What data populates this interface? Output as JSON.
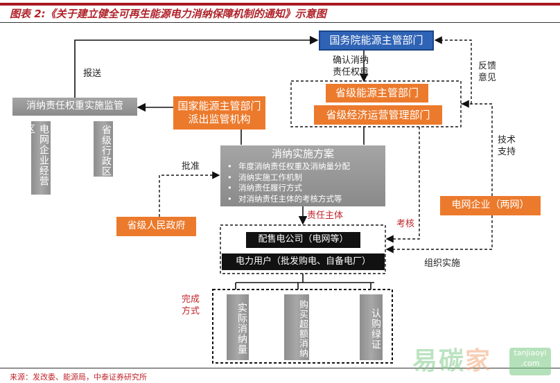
{
  "header": {
    "title": "图表 2:《关于建立健全可再生能源电力消纳保障机制的通知》示意图"
  },
  "nodes": {
    "state_council": "国务院能源主管部门",
    "confirm": "确认消纳\n责任权重",
    "provincial_energy": "省级能源主管部门",
    "provincial_economic": "省级经济运营管理部门",
    "feedback": "反馈\n意见",
    "tech_support": "技术\n支持",
    "supervision": "消纳责任权重实施监管",
    "grid_area": "电网企业经营区",
    "province_area": "省级行政区",
    "dispatched_agency": "国家能源主管部门派出监管机构",
    "report": "报送",
    "plan_title": "消纳实施方案",
    "plan_items": [
      "年度消纳责任权重及消纳量分配",
      "消纳实施工作机制",
      "消纳责任履行方式",
      "对消纳责任主体的考核方式等"
    ],
    "approve": "批准",
    "provincial_gov": "省级人民政府",
    "responsible": "责任主体",
    "assess": "考核",
    "retail_company": "配售电公司（电网等）",
    "power_users": "电力用户（批发购电、自备电厂）",
    "grid_company": "电网企业（两网）",
    "organize": "组织实施",
    "completion": "完成\n方式",
    "methods": [
      "实际消纳量",
      "购买超额消纳",
      "认购绿证"
    ]
  },
  "footer": {
    "source": "来源：发改委、能源局，中泰证券研究所"
  },
  "watermark": {
    "text": "易碳家",
    "badge": "tanjiaoyi\n.com"
  }
}
